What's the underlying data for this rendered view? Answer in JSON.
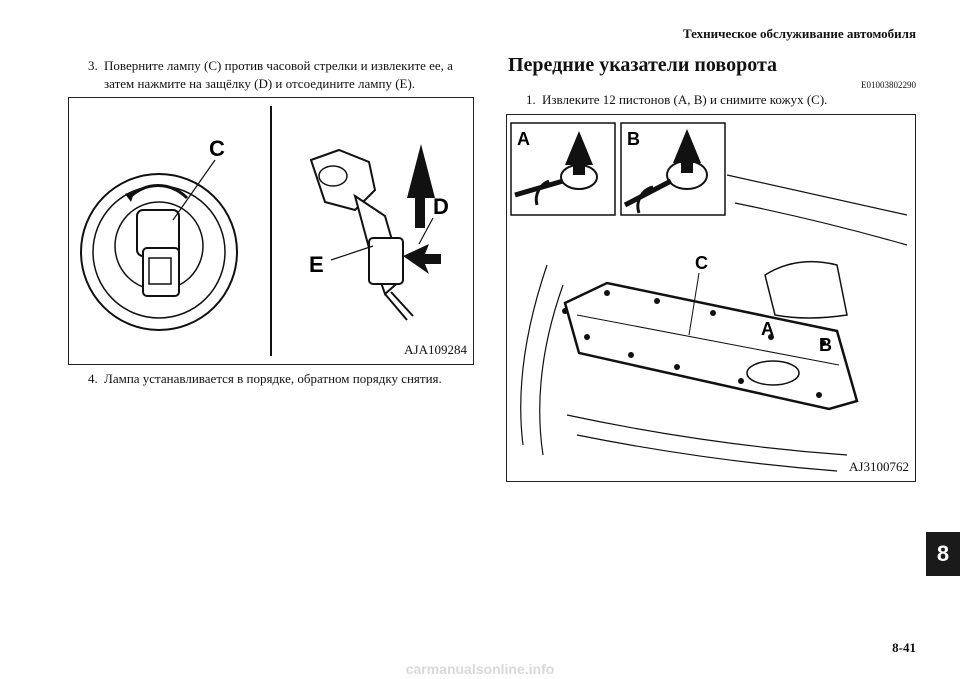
{
  "header": {
    "title": "Техническое обслуживание автомобиля"
  },
  "left": {
    "step3": {
      "num": "3.",
      "line1": "Поверните лампу (C) против часовой стрелки и извлеките ее, а",
      "line2": "затем нажмите на защёлку (D) и отсоедините лампу (E)."
    },
    "figure1": {
      "code": "AJA109284",
      "labels": {
        "c": "C",
        "d": "D",
        "e": "E"
      }
    },
    "step4": {
      "num": "4.",
      "text": "Лампа устанавливается в порядке, обратном порядку снятия."
    }
  },
  "right": {
    "section_title": "Передние указатели поворота",
    "section_code": "E01003802290",
    "step1": {
      "num": "1.",
      "text": "Извлеките 12 пистонов (A, B) и снимите кожух (C)."
    },
    "figure2": {
      "code": "AJ3100762",
      "inset_a": "A",
      "inset_b": "B",
      "label_a": "A",
      "label_b": "B",
      "label_c": "C"
    }
  },
  "tab": {
    "chapter": "8"
  },
  "page_number": "8-41",
  "watermark": "carmanualsonline.info"
}
